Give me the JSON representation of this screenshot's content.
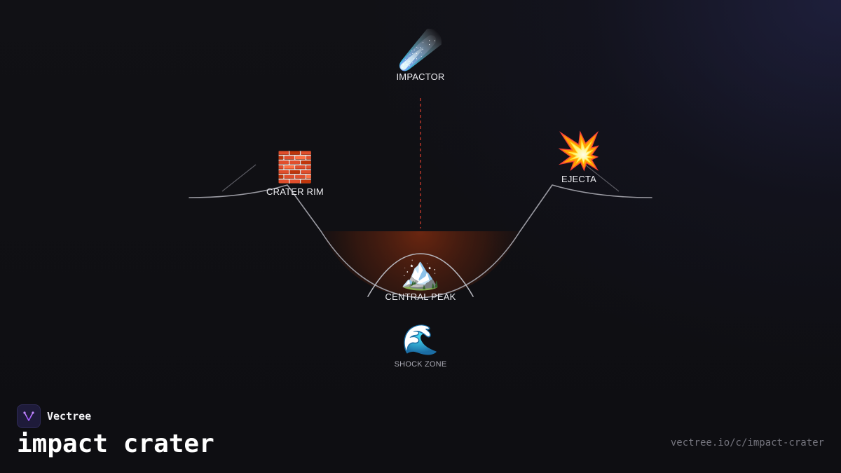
{
  "brand": {
    "name": "Vectree",
    "logo_icon": "vectree-logo-icon",
    "accent_color": "#a259ff"
  },
  "title": "impact crater",
  "url": "vectree.io/c/impact-crater",
  "nodes": {
    "impactor": {
      "label": "IMPACTOR",
      "emoji": "☄️",
      "icon": "comet-icon"
    },
    "crater_rim": {
      "label": "CRATER RIM",
      "emoji": "🧱",
      "icon": "brick-icon"
    },
    "ejecta": {
      "label": "EJECTA",
      "emoji": "💥",
      "icon": "explosion-icon"
    },
    "central_peak": {
      "label": "CENTRAL PEAK",
      "emoji": "🏔️",
      "icon": "mountain-icon"
    },
    "shock_zone": {
      "label": "SHOCK ZONE",
      "emoji": "🌊",
      "icon": "wave-icon"
    }
  },
  "colors": {
    "trajectory": "#c0392b",
    "crater_glow": "#8a2e10",
    "profile_line": "#8e8e96"
  }
}
